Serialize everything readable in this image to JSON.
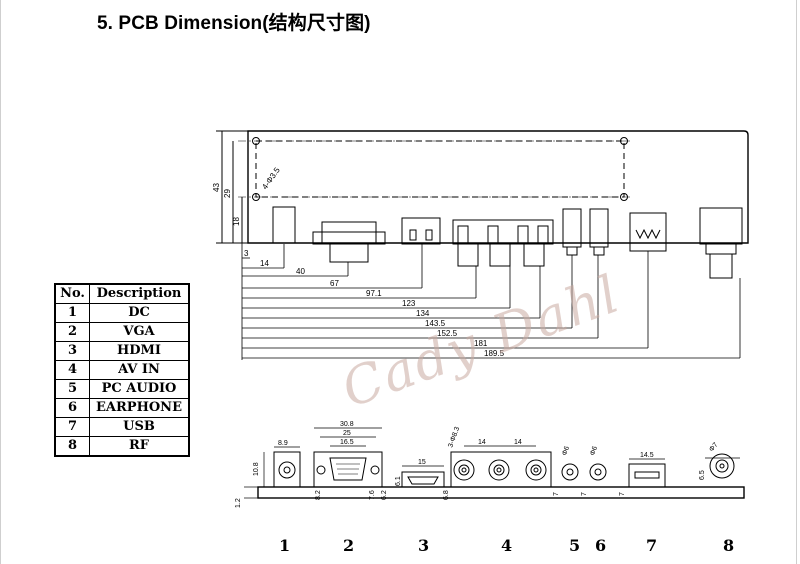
{
  "heading": "5. PCB Dimension(结构尺寸图)",
  "watermark": "Cady Dahl",
  "table": {
    "headers": [
      "No.",
      "Description"
    ],
    "rows": [
      [
        "1",
        "DC"
      ],
      [
        "2",
        "VGA"
      ],
      [
        "3",
        "HDMI"
      ],
      [
        "4",
        "AV IN"
      ],
      [
        "5",
        "PC AUDIO"
      ],
      [
        "6",
        "EARPHONE"
      ],
      [
        "7",
        "USB"
      ],
      [
        "8",
        "RF"
      ]
    ]
  },
  "top_view": {
    "height_dims": [
      "43",
      "29",
      "18"
    ],
    "hole_label": "4-Φ3.5",
    "offset_dims": [
      "3",
      "14",
      "40",
      "67",
      "97.1",
      "123",
      "134",
      "143.5",
      "152.5",
      "181",
      "189.5"
    ]
  },
  "front_view": {
    "top_dims": [
      "8.9",
      "30.8",
      "25",
      "16.5",
      "15",
      "14",
      "14",
      "14.5"
    ],
    "small_dims": [
      "10.8",
      "1.2",
      "8.2",
      "7.6",
      "6.2",
      "6.1",
      "6.8",
      "3-Φ8.3",
      "Φ6",
      "Φ6",
      "7",
      "7",
      "7",
      "Φ7",
      "6.5"
    ]
  },
  "port_numbers": [
    "1",
    "2",
    "3",
    "4",
    "5",
    "6",
    "7",
    "8"
  ]
}
